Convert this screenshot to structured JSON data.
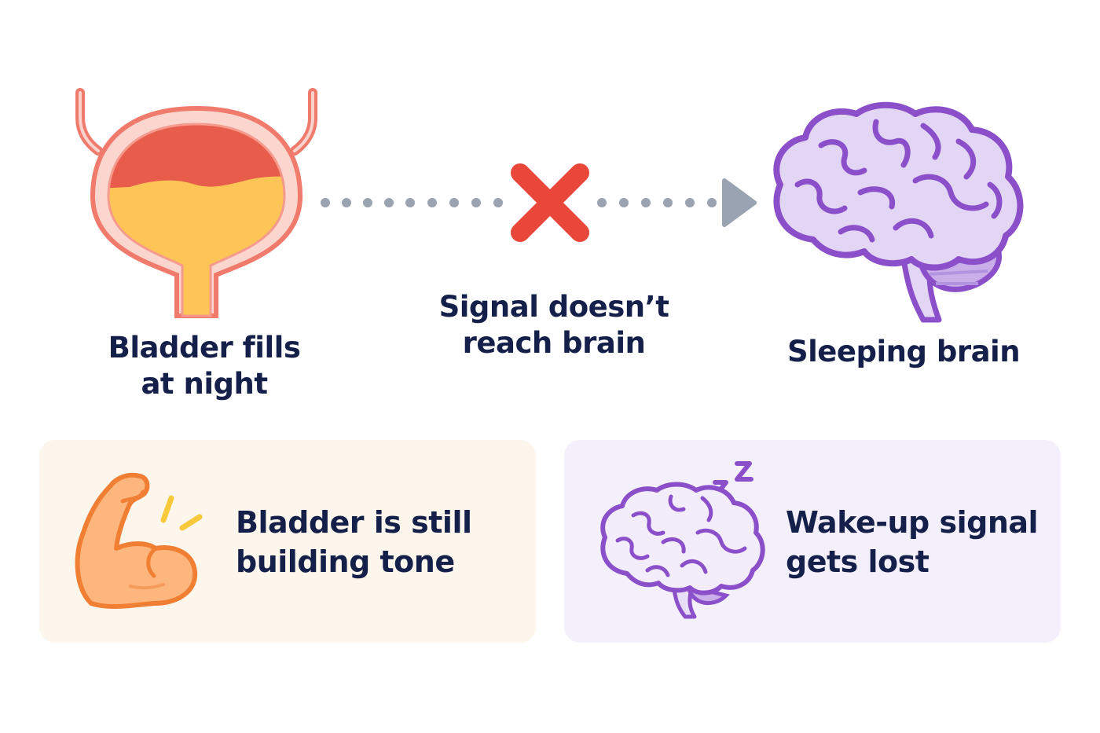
{
  "diagram": {
    "bladder": {
      "label_lines": [
        "Bladder fills",
        "at night"
      ],
      "outline_color": "#f07a6c",
      "fill_top_color": "#e85c4c",
      "fill_bottom_color": "#fcc555"
    },
    "signal": {
      "label_lines": [
        "Signal doesn’t",
        "reach brain"
      ],
      "blocked_icon": "cross-icon",
      "blocked_color": "#e8473a",
      "dots_color": "#9aa3b2"
    },
    "brain": {
      "label_lines": [
        "Sleeping brain"
      ],
      "outline_color": "#8b4fc9",
      "fill_color": "#e3d6f5"
    }
  },
  "cards": [
    {
      "icon": "flexed-arm-icon",
      "text_lines": [
        "Bladder is still",
        "building tone"
      ],
      "background": "#fdf6ec"
    },
    {
      "icon": "sleeping-brain-icon",
      "text_lines": [
        "Wake-up signal",
        "gets lost"
      ],
      "background": "#f4f0fb"
    }
  ]
}
